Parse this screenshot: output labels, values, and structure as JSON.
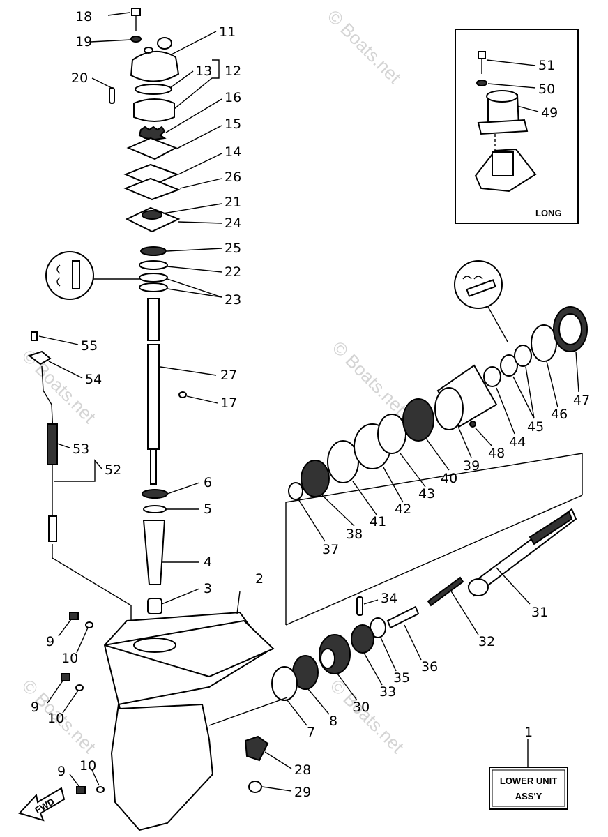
{
  "watermark": "© Boats.net",
  "inset": {
    "label": "LONG"
  },
  "assembly_box": {
    "callout": "1",
    "line1": "LOWER UNIT",
    "line2": "ASS'Y"
  },
  "fwd_label": "FWD",
  "callouts": {
    "c2": "2",
    "c3": "3",
    "c4": "4",
    "c5": "5",
    "c6": "6",
    "c7": "7",
    "c8": "8",
    "c9a": "9",
    "c9b": "9",
    "c9c": "9",
    "c10a": "10",
    "c10b": "10",
    "c10c": "10",
    "c11": "11",
    "c12": "12",
    "c13": "13",
    "c14": "14",
    "c15": "15",
    "c16": "16",
    "c17": "17",
    "c18": "18",
    "c19": "19",
    "c20": "20",
    "c21": "21",
    "c22": "22",
    "c23": "23",
    "c24": "24",
    "c25": "25",
    "c26": "26",
    "c27": "27",
    "c28": "28",
    "c29": "29",
    "c30": "30",
    "c31": "31",
    "c32": "32",
    "c33": "33",
    "c34": "34",
    "c35": "35",
    "c36": "36",
    "c37": "37",
    "c38": "38",
    "c39": "39",
    "c40": "40",
    "c41": "41",
    "c42": "42",
    "c43": "43",
    "c44": "44",
    "c45": "45",
    "c46": "46",
    "c47": "47",
    "c48": "48",
    "c49": "49",
    "c50": "50",
    "c51": "51",
    "c52": "52",
    "c53": "53",
    "c54": "54",
    "c55": "55"
  }
}
